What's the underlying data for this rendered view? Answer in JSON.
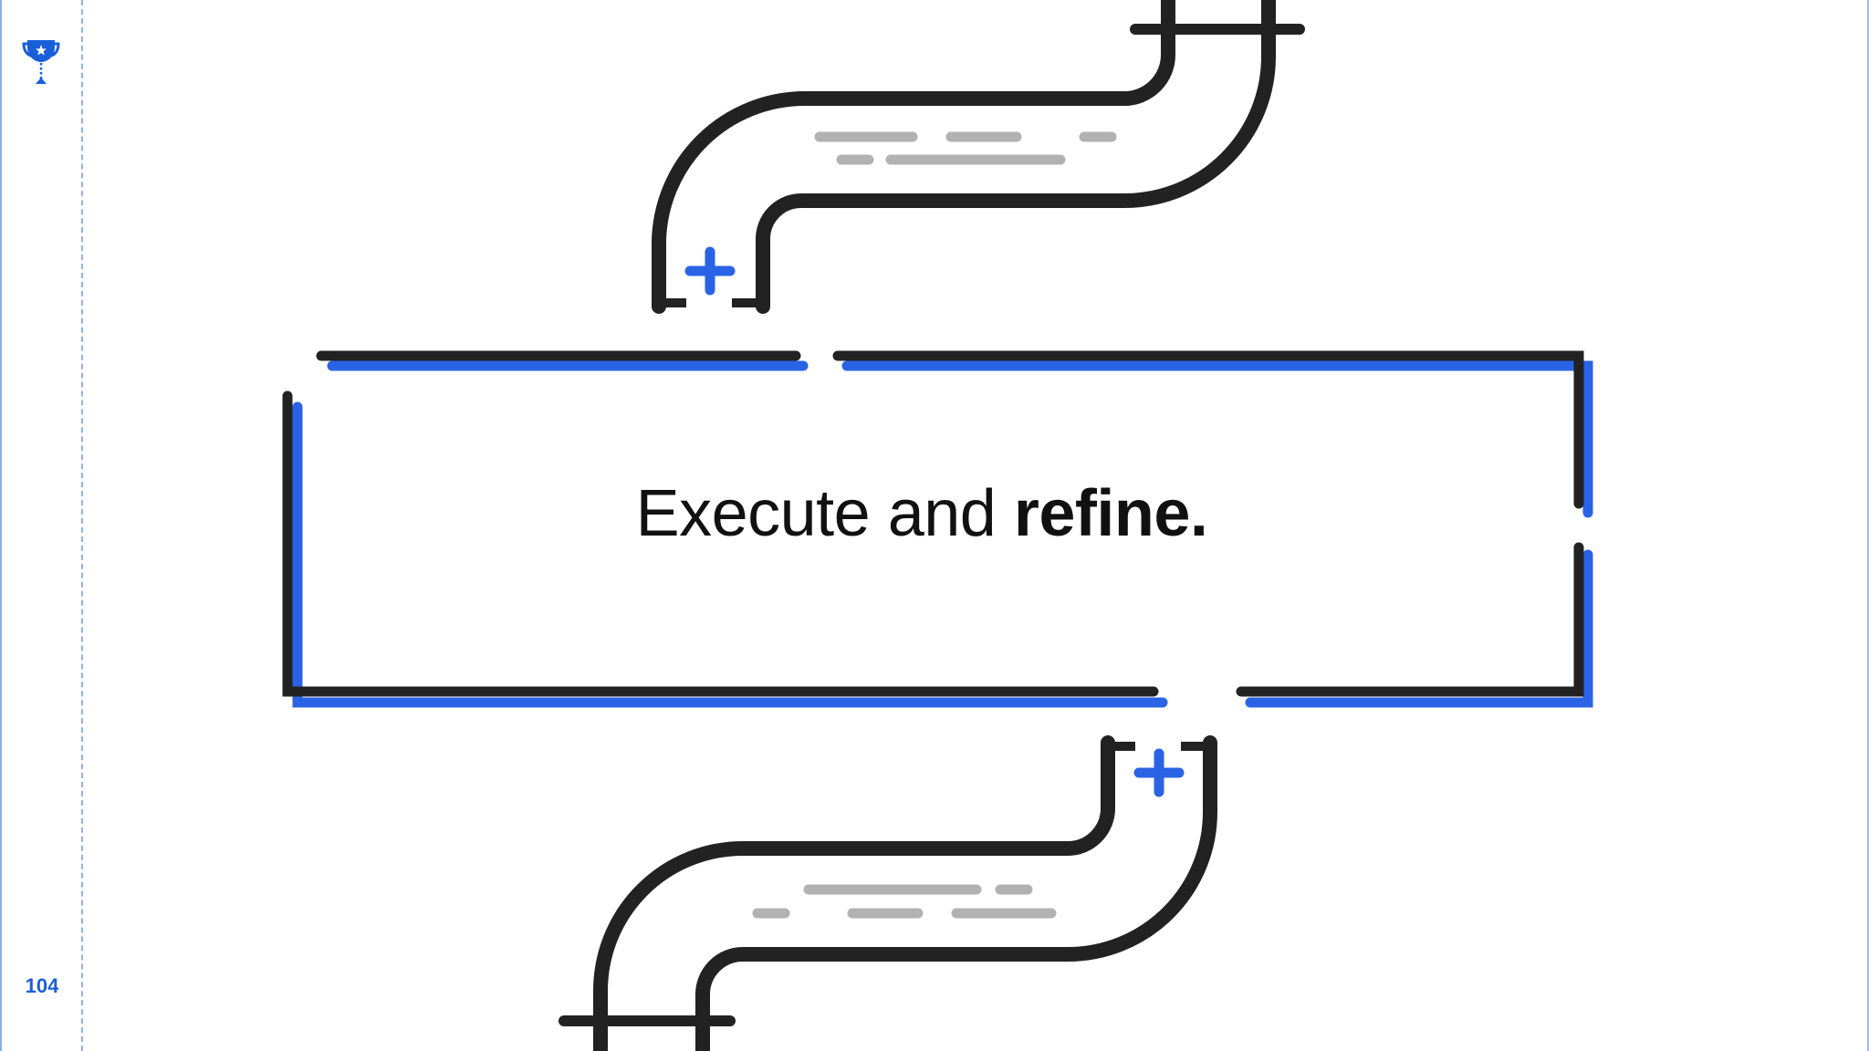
{
  "slide": {
    "page_number": "104",
    "headline": {
      "regular": "Execute and ",
      "bold": "refine."
    }
  },
  "icons": {
    "top_left": "trophy-icon"
  },
  "colors": {
    "accent_blue": "#2b63e6",
    "line_dark": "#222222",
    "dash_gray": "#b2b2b2",
    "page_number_blue": "#1a5fd8"
  }
}
